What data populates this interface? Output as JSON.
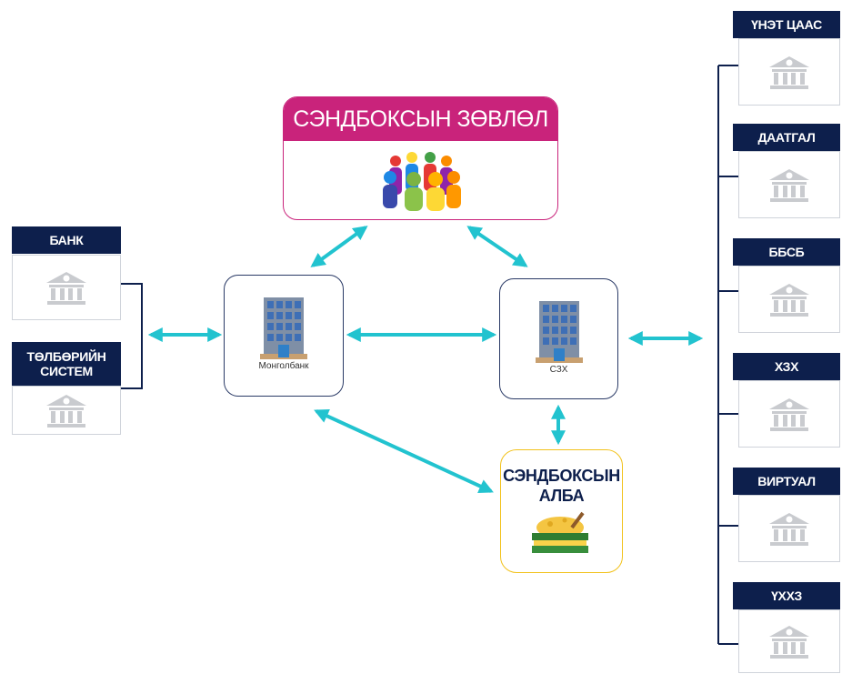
{
  "council": {
    "title": "СЭНДБОКСЫН ЗӨВЛӨЛ"
  },
  "mongolbank": {
    "label": "Монголбанк"
  },
  "fsc": {
    "label": "СЗХ"
  },
  "sandbox_office": {
    "title_line1": "СЭНДБОКСЫН",
    "title_line2": "АЛБА"
  },
  "left_entities": [
    {
      "label": "БАНК"
    },
    {
      "label_line1": "ТӨЛБӨРИЙН",
      "label_line2": "СИСТЕМ"
    }
  ],
  "right_entities": [
    {
      "label": "ҮНЭТ ЦААС"
    },
    {
      "label": "ДААТГАЛ"
    },
    {
      "label": "ББСБ"
    },
    {
      "label": "ХЗХ"
    },
    {
      "label": "ВИРТУАЛ"
    },
    {
      "label": "ҮХХЗ"
    }
  ],
  "colors": {
    "navy": "#0d1f4c",
    "magenta": "#c9237b",
    "teal": "#22c3cf",
    "gold": "#f2c21b",
    "gray_icon": "#c9cbcf"
  }
}
